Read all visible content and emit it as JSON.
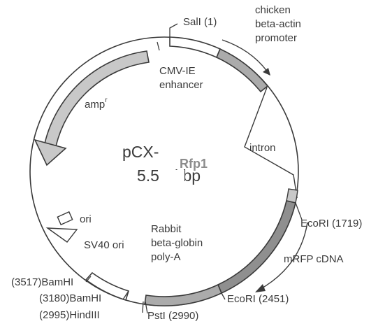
{
  "plasmid": {
    "name_line1": "pCX-",
    "name_line2": "5.5",
    "name_line2_suffix": "kbp",
    "overlay_label": "Rfp1"
  },
  "features": {
    "promoter": "chicken beta-actin promoter",
    "enhancer": "CMV-IE enhancer",
    "intron": "intron",
    "amp": "amp",
    "amp_sup": "r",
    "ori": "ori",
    "sv40": "SV40 ori",
    "polya": "Rabbit beta-globin poly-A",
    "cdna": "mRFP cDNA"
  },
  "sites": {
    "sall": "SalI (1)",
    "ecori_1719": "EcoRI (1719)",
    "ecori_2451": "EcoRI (2451)",
    "psti": "PstI (2990)",
    "bamhi_3517": "(3517)BamHI",
    "bamhi_3180": "(3180)BamHI",
    "hindiii": "(2995)HindIII"
  },
  "colors": {
    "line": "#3a3a3a",
    "dark_fill": "#8f8f8f",
    "mid_fill": "#ababab",
    "light_fill": "#c8c8c8",
    "white_fill": "#ffffff"
  }
}
